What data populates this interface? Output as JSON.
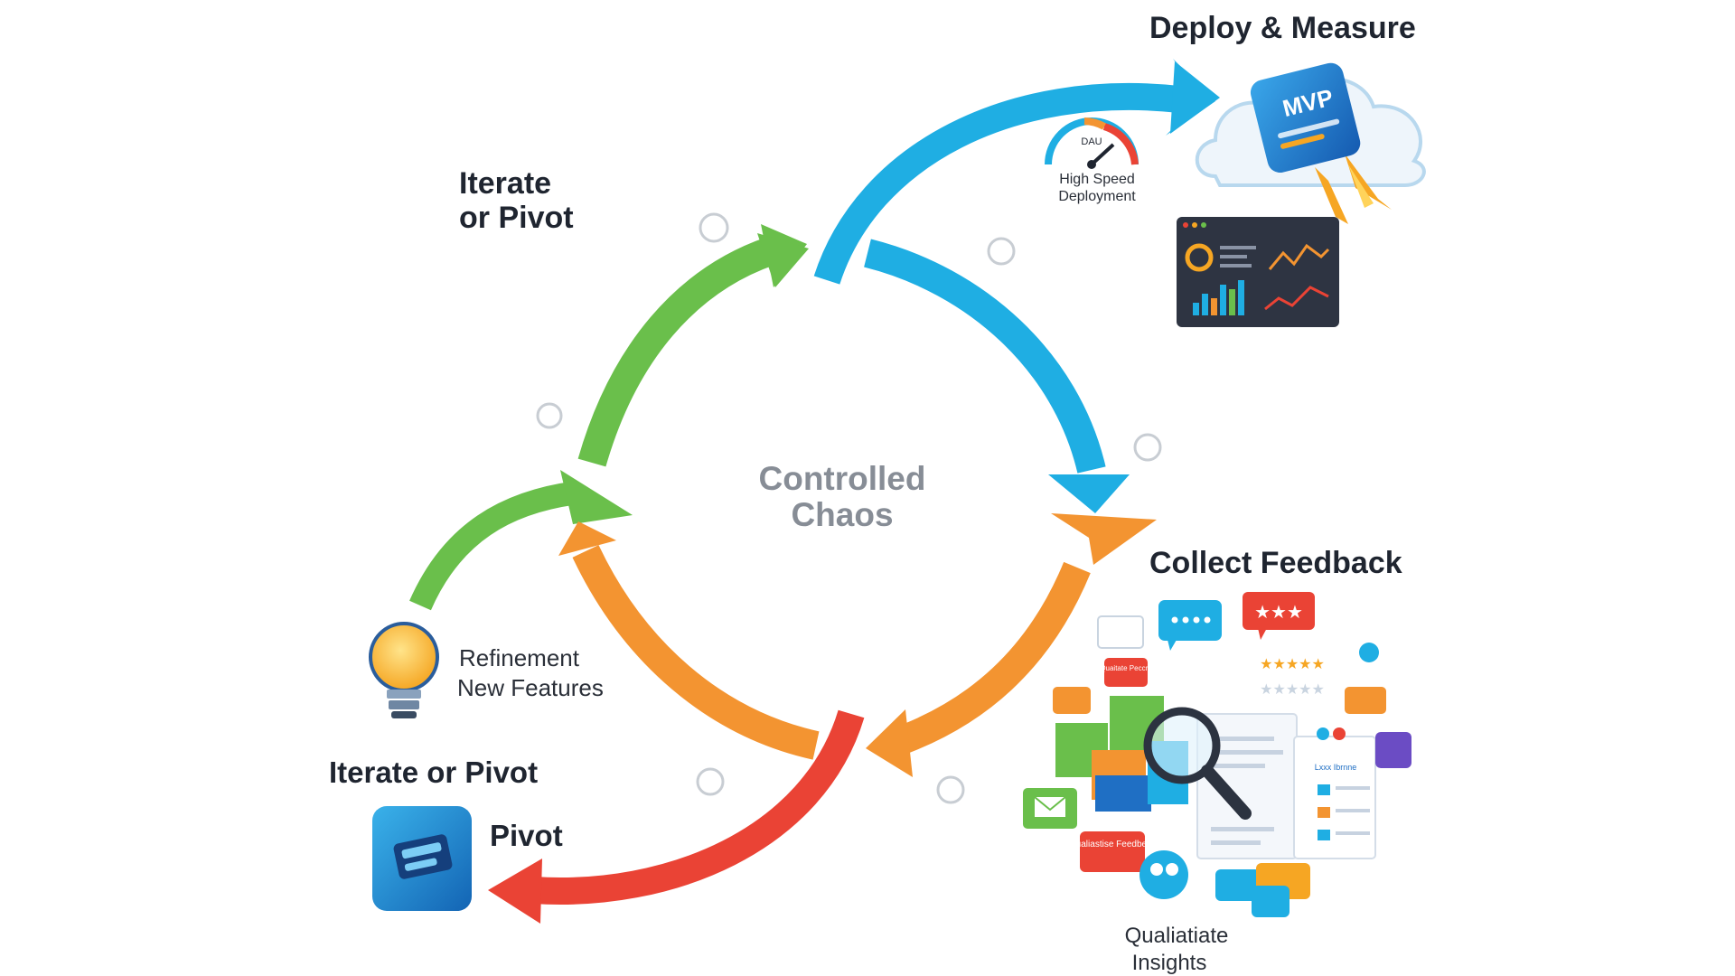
{
  "center": {
    "line1": "Controlled",
    "line2": "Chaos"
  },
  "stages": {
    "iterate_top": {
      "line1": "Iterate",
      "line2": "or Pivot"
    },
    "deploy": {
      "title": "Deploy & Measure",
      "mvp_label": "MVP",
      "gauge_label": "DAU",
      "gauge_caption_line1": "High Speed",
      "gauge_caption_line2": "Deployment"
    },
    "collect": {
      "title": "Collect Feedback",
      "insights_line1": "Qualiatiate",
      "insights_line2": "Insights",
      "card_label_1": "Quaitate Peccre",
      "card_label_2": "Qualiastise Feedbeck",
      "card_label_3": "Lxxx Ibrnne"
    },
    "refine": {
      "line1": "Refinement",
      "line2": "New Features"
    },
    "iterate_bottom": {
      "title": "Iterate or Pivot",
      "pivot_label": "Pivot"
    }
  },
  "colors": {
    "green": "#6abf4b",
    "blue": "#1faee3",
    "orange": "#f39431",
    "red": "#ea4335",
    "grey_text": "#878d96"
  }
}
